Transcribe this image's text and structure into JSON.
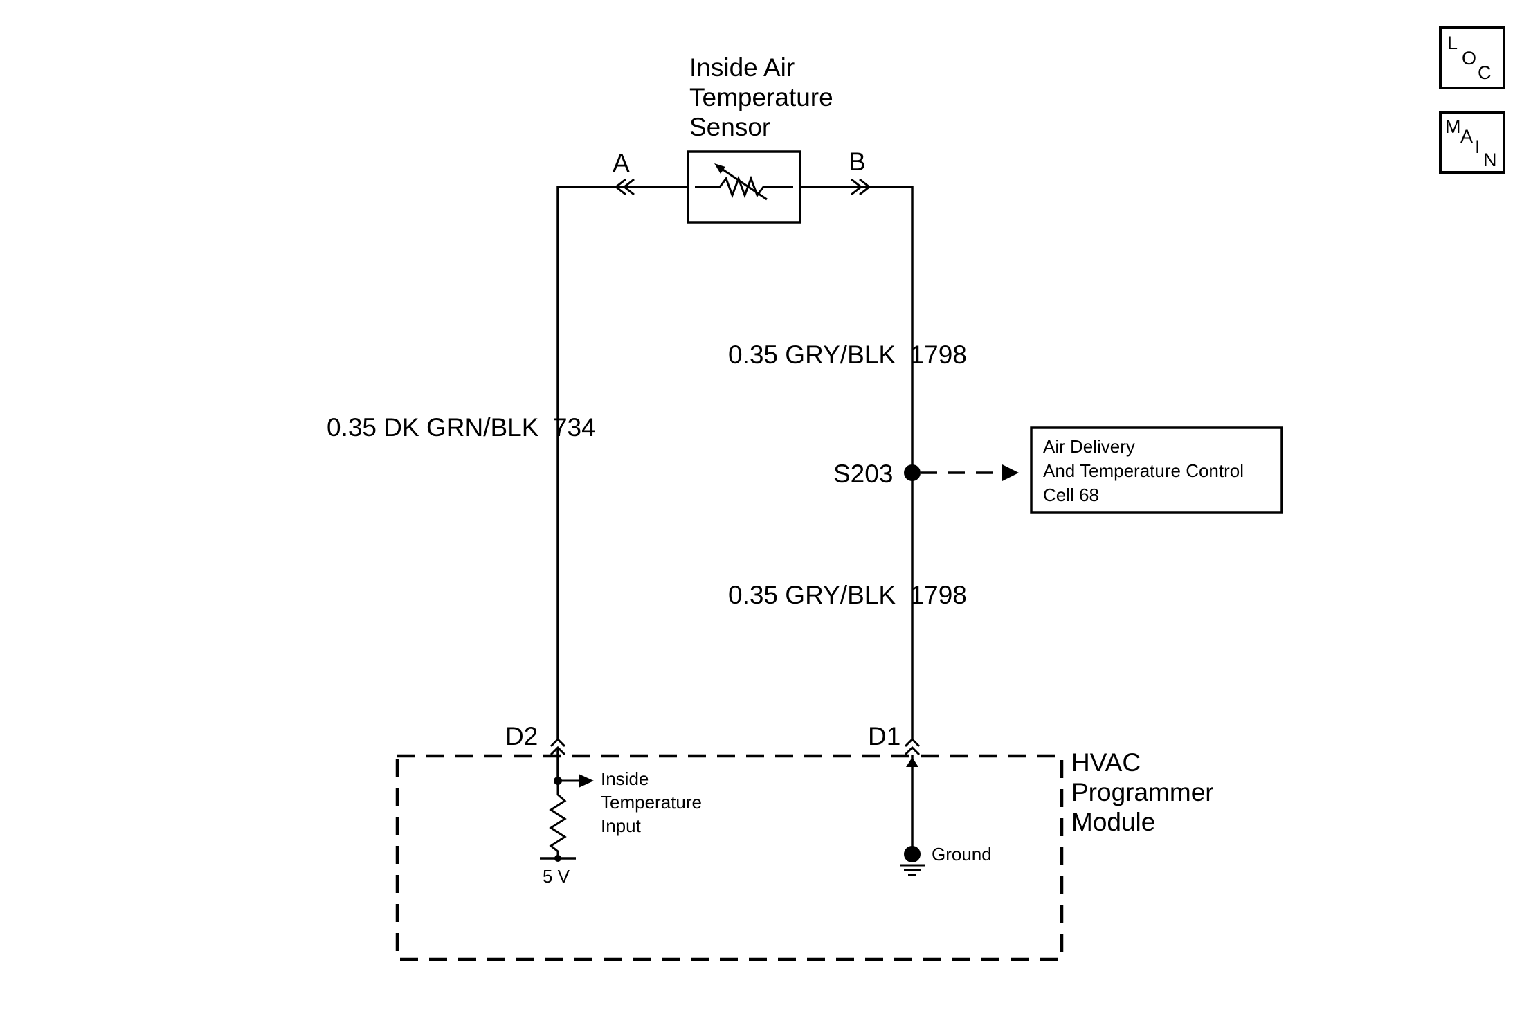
{
  "sensor": {
    "title_lines": [
      "Inside Air",
      "Temperature",
      "Sensor"
    ],
    "pin_a": "A",
    "pin_b": "B"
  },
  "wires": {
    "left": "0.35 DK GRN/BLK  734",
    "right_upper": "0.35 GRY/BLK  1798",
    "right_lower": "0.35 GRY/BLK  1798"
  },
  "splice": {
    "label": "S203",
    "reference_lines": [
      "Air Delivery",
      "And Temperature Control",
      "Cell 68"
    ]
  },
  "module": {
    "title_lines": [
      "HVAC",
      "Programmer",
      "Module"
    ],
    "pin_left": "D2",
    "pin_right": "D1",
    "input_lines": [
      "Inside",
      "Temperature",
      "Input"
    ],
    "supply": "5 V",
    "ground": "Ground"
  },
  "nav": {
    "loc": [
      "L",
      "O",
      "C"
    ],
    "main": [
      "M",
      "A",
      "I",
      "N"
    ]
  }
}
